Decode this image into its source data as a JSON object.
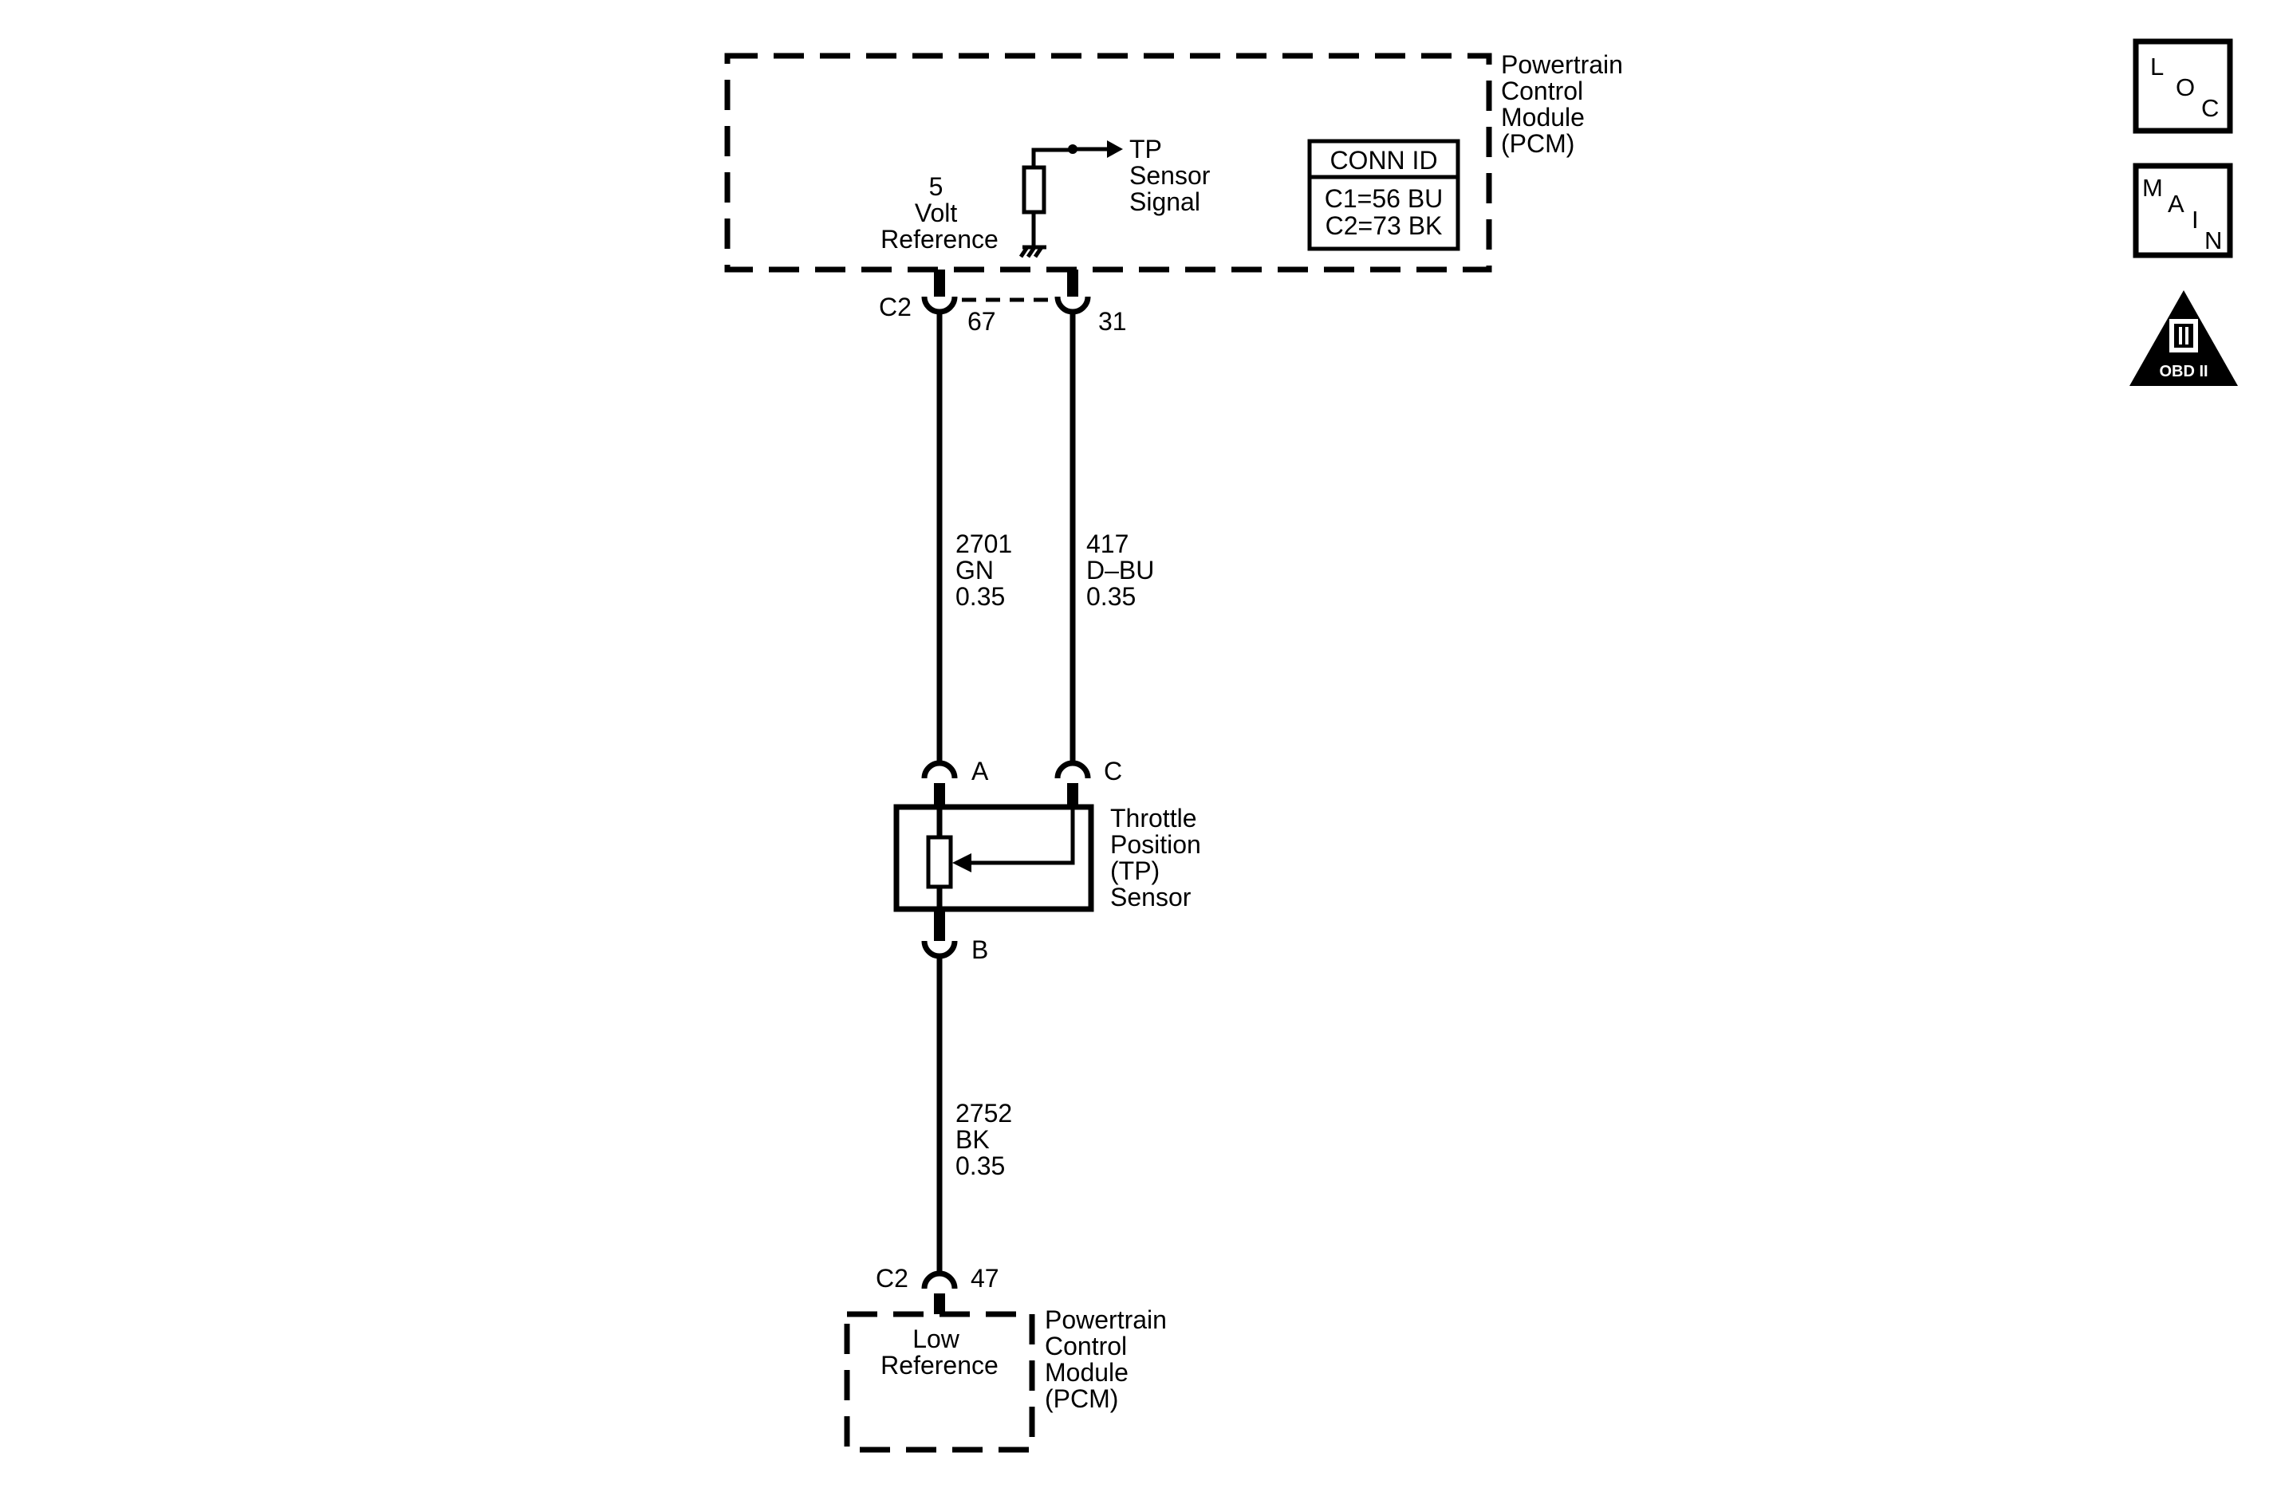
{
  "pcm_top": {
    "name_lines": [
      "Powertrain",
      "Control",
      "Module",
      "(PCM)"
    ],
    "conn_id": {
      "title": "CONN ID",
      "rows": [
        "C1=56 BU",
        "C2=73 BK"
      ]
    },
    "ref_lines": [
      "5",
      "Volt",
      "Reference"
    ],
    "signal_lines": [
      "TP",
      "Sensor",
      "Signal"
    ]
  },
  "top_connector": {
    "connector": "C2",
    "pin_ref": "67",
    "pin_signal": "31"
  },
  "wires": {
    "ref": [
      "2701",
      "GN",
      "0.35"
    ],
    "signal": [
      "417",
      "D–BU",
      "0.35"
    ],
    "low": [
      "2752",
      "BK",
      "0.35"
    ]
  },
  "sensor": {
    "name_lines": [
      "Throttle",
      "Position",
      "(TP)",
      "Sensor"
    ],
    "pin_a": "A",
    "pin_c": "C",
    "pin_b": "B"
  },
  "bottom_connector": {
    "connector": "C2",
    "pin": "47"
  },
  "pcm_bottom": {
    "inner_lines": [
      "Low",
      "Reference"
    ],
    "name_lines": [
      "Powertrain",
      "Control",
      "Module",
      "(PCM)"
    ]
  },
  "nav_icons": {
    "loc": [
      "L",
      "O",
      "C"
    ],
    "main": [
      "M",
      "A",
      "I",
      "N"
    ],
    "obd": "OBD II"
  }
}
